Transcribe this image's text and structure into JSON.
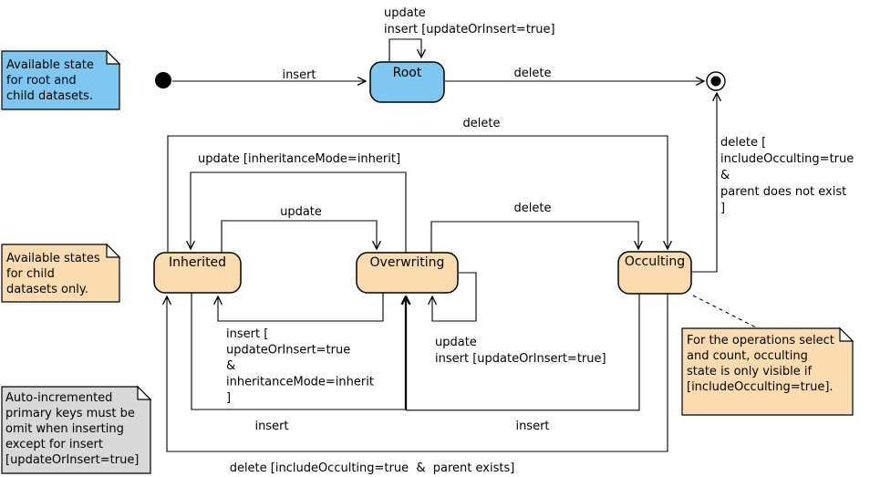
{
  "colors": {
    "state_blue": "#7dc7f0",
    "state_orange": "#fbdcb0",
    "note_gray": "#d9d9d9",
    "line": "#000000",
    "background": "#ffffff"
  },
  "states": {
    "root": "Root",
    "inherited": "Inherited",
    "overwriting": "Overwriting",
    "occulting": "Occulting"
  },
  "labels": {
    "insert_init_root": "insert",
    "root_loop_line1": "update",
    "root_loop_line2": "insert [updateOrInsert=true]",
    "delete_root_final": "delete",
    "delete_inherited_occulting": "delete",
    "update_overwriting_inherited": "update [inheritanceMode=inherit]",
    "update_inherited_overwriting": "update",
    "delete_overwriting_occulting": "delete",
    "insert_guard_line1": "insert [",
    "insert_guard_line2": "updateOrInsert=true",
    "insert_guard_line3": "&",
    "insert_guard_line4": "inheritanceMode=inherit",
    "insert_guard_line5": "]",
    "overwriting_loop_line1": "update",
    "overwriting_loop_line2": "insert [updateOrInsert=true]",
    "insert_inherited_overwriting": "insert",
    "insert_occulting_overwriting": "insert",
    "delete_occulting_inherited": "delete [includeOcculting=true  &  parent exists]",
    "delete_occulting_final_line1": "delete [",
    "delete_occulting_final_line2": "includeOcculting=true",
    "delete_occulting_final_line3": "&",
    "delete_occulting_final_line4": "parent does not exist",
    "delete_occulting_final_line5": "]"
  },
  "notes": {
    "root_note": {
      "lines": [
        "Available state",
        "for root and",
        "child datasets."
      ]
    },
    "child_note": {
      "lines": [
        "Available states",
        "for child",
        "datasets only."
      ]
    },
    "autoincrement_note": {
      "lines": [
        "Auto-incremented",
        "primary keys must be",
        "omit when inserting",
        "except for insert",
        "[updateOrInsert=true]"
      ]
    },
    "occulting_note": {
      "lines": [
        "For the operations select",
        "and count, occulting",
        "state is only visible if",
        "[includeOcculting=true]."
      ]
    }
  }
}
